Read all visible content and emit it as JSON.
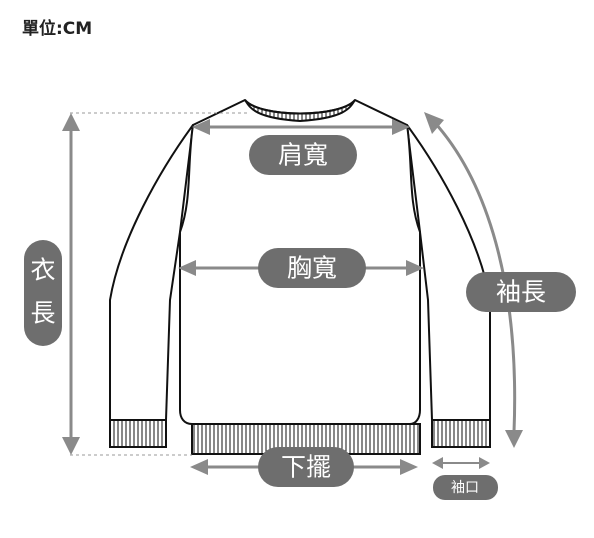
{
  "unit": "單位:CM",
  "measurements": {
    "shoulder_width": "肩寬",
    "chest_width": "胸寬",
    "body_length": "衣長",
    "sleeve_length": "袖長",
    "hem": "下擺",
    "cuff": "袖口"
  },
  "colors": {
    "label_pill": "#6e6e6e",
    "arrow": "#8a8a8a",
    "outline": "#111111"
  }
}
